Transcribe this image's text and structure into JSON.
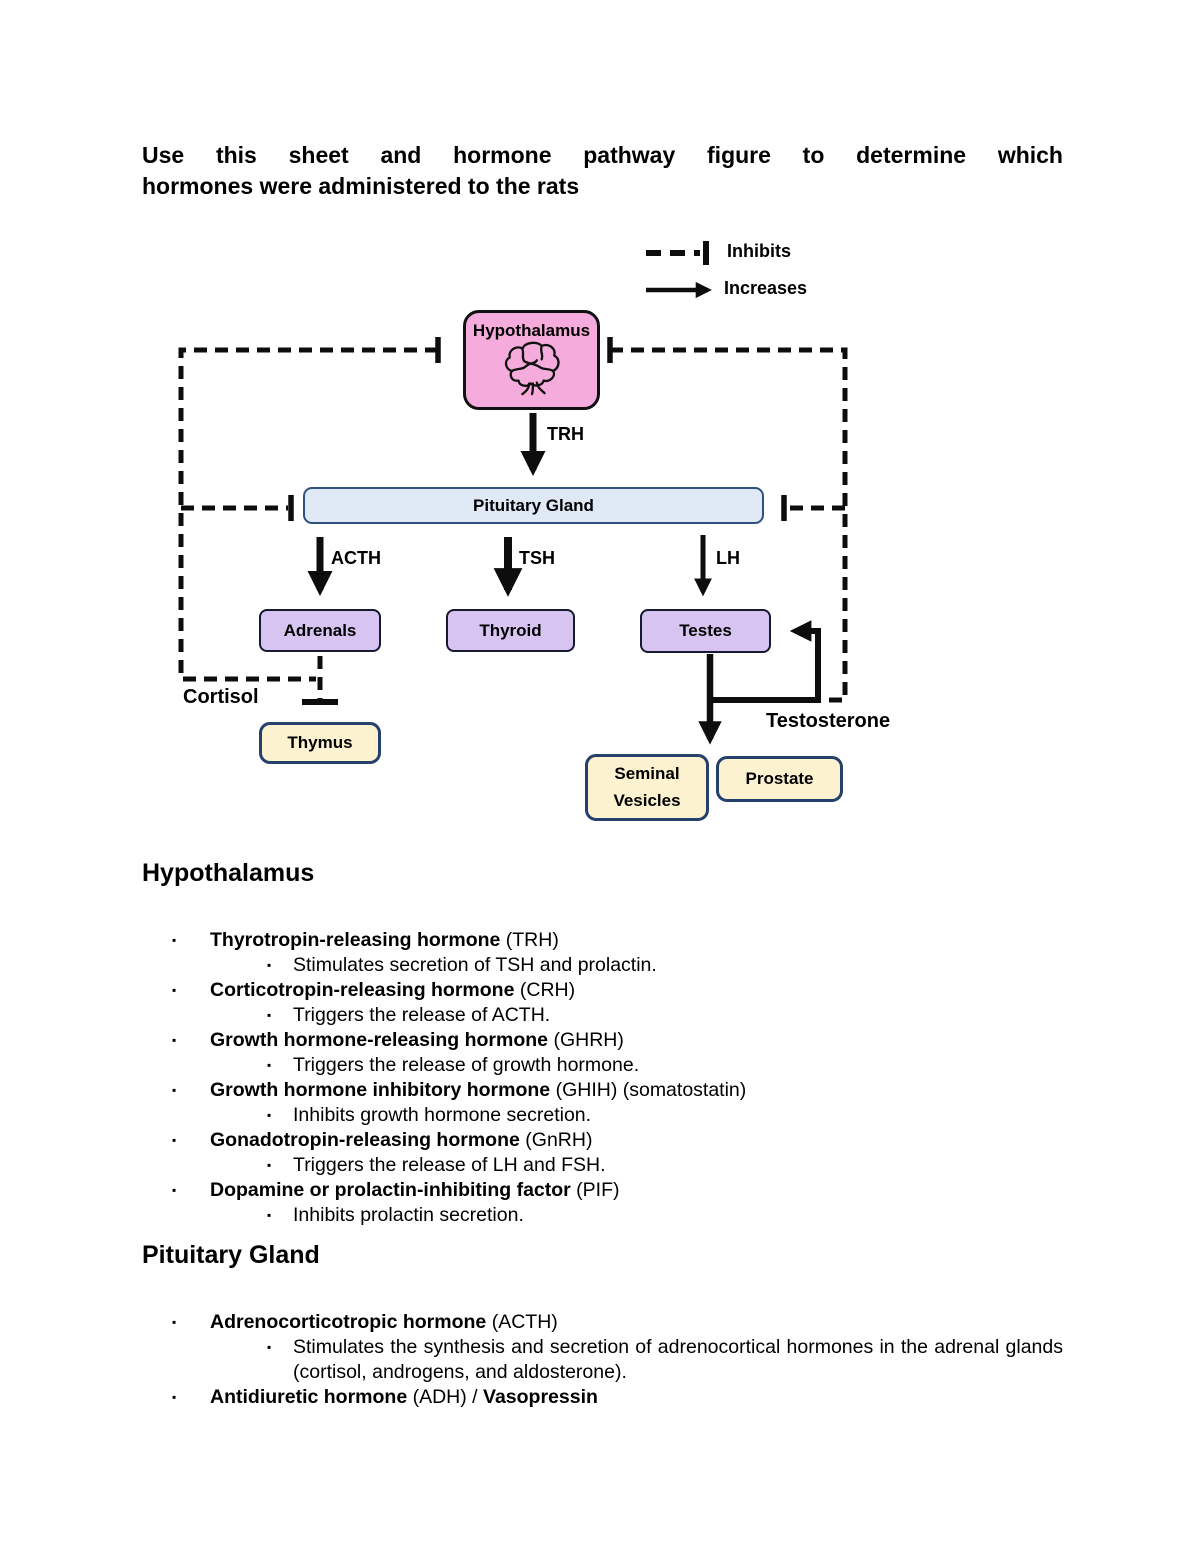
{
  "title": {
    "line1": "Use this sheet and hormone pathway figure to determine which",
    "line2": "hormones were administered to the rats"
  },
  "bullet": "▪",
  "legend": {
    "inhibits": "Inhibits",
    "increases": "Increases"
  },
  "diagram": {
    "hypothalamus": "Hypothalamus",
    "pituitary": "Pituitary Gland",
    "adrenals": "Adrenals",
    "thyroid": "Thyroid",
    "testes": "Testes",
    "thymus": "Thymus",
    "seminal_vesicles": [
      "Seminal",
      "Vesicles"
    ],
    "prostate": "Prostate",
    "trh": "TRH",
    "acth": "ACTH",
    "tsh": "TSH",
    "lh": "LH",
    "cortisol": "Cortisol",
    "testosterone": "Testosterone",
    "colors": {
      "hypothalamus_fill": "#F5ABDB",
      "organ_fill": "#D7C4F1",
      "pituitary_fill": "#DEE9F5",
      "pituitary_border": "#30507E",
      "cream_fill": "#FCF2CF",
      "cream_border": "#24406B",
      "line": "#0D0D0D"
    }
  },
  "sections": [
    {
      "heading": "Hypothalamus",
      "items": [
        {
          "name": "Thyrotropin-releasing hormone",
          "suffix": " (TRH)",
          "sub": "Stimulates secretion of TSH and prolactin."
        },
        {
          "name": "Corticotropin-releasing hormone",
          "suffix": " (CRH)",
          "sub": "Triggers the release of ACTH."
        },
        {
          "name": "Growth hormone-releasing hormone",
          "suffix": " (GHRH)",
          "sub": "Triggers the release of growth hormone."
        },
        {
          "name": "Growth hormone inhibitory hormone",
          "suffix": " (GHIH) (somatostatin)",
          "sub": "Inhibits growth hormone secretion."
        },
        {
          "name": "Gonadotropin-releasing hormone",
          "suffix": " (GnRH)",
          "sub": "Triggers the release of LH and FSH."
        },
        {
          "name": "Dopamine or prolactin-inhibiting factor",
          "suffix": " (PIF)",
          "sub": "Inhibits prolactin secretion."
        }
      ]
    },
    {
      "heading": "Pituitary Gland",
      "items": [
        {
          "name": "Adrenocorticotropic hormone",
          "suffix": " (ACTH)",
          "sub": "Stimulates the synthesis and secretion of adrenocortical hormones in the adrenal glands (cortisol, androgens, and aldosterone)."
        },
        {
          "name": "Antidiuretic hormone",
          "suffix": " (ADH) / ",
          "name2": "Vasopressin"
        }
      ]
    }
  ]
}
